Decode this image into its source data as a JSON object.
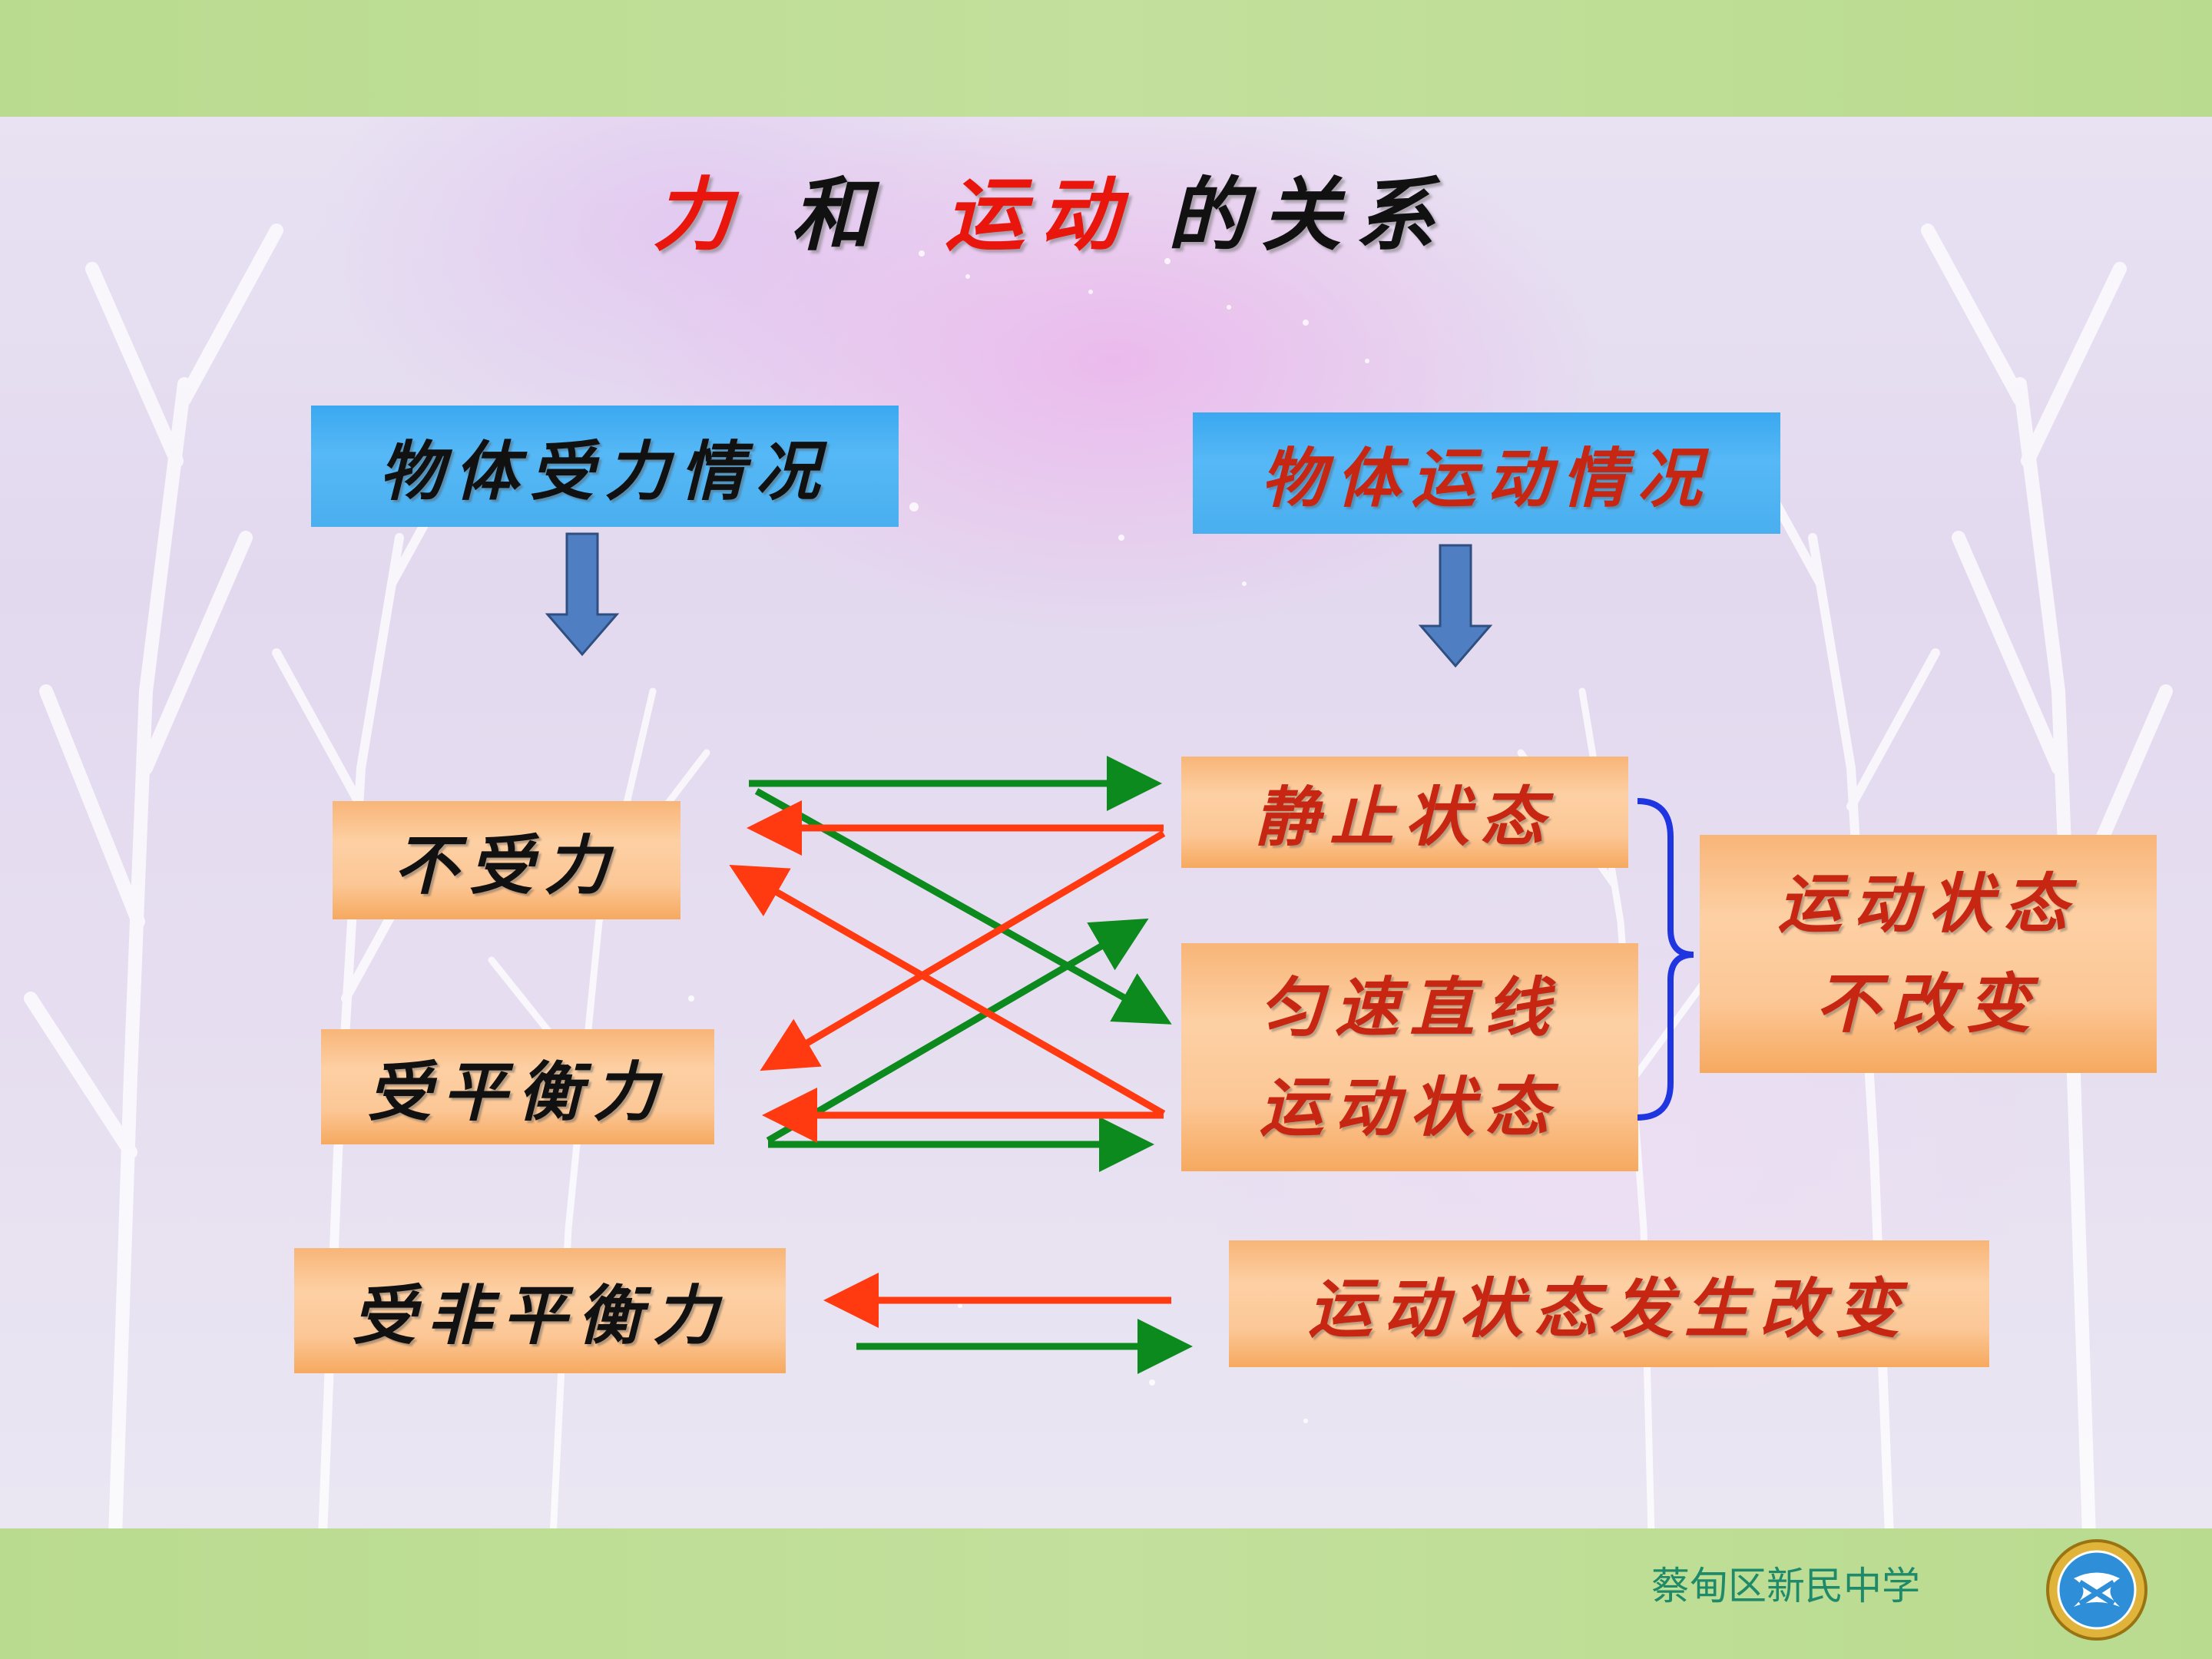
{
  "title": {
    "part1": "力",
    "part2": "和",
    "part3": "运动",
    "part4": "的关系"
  },
  "headers": {
    "force": "物体受力情况",
    "motion": "物体运动情况"
  },
  "left": {
    "no_force": "不受力",
    "balanced": "受平衡力",
    "unbalanced": "受非平衡力"
  },
  "right": {
    "rest": "静止状态",
    "uniform_line1": "匀速直线",
    "uniform_line2": "运动状态",
    "unchanged_line1": "运动状态",
    "unchanged_line2": "不改变",
    "changes": "运动状态发生改变"
  },
  "footer": {
    "school": "蔡甸区新民中学"
  },
  "colors": {
    "band_green": "#b9db8f",
    "header_blue": "#4aafef",
    "box_orange": "#fcc796",
    "arrow_green": "#0d8a1e",
    "arrow_red": "#ff3a10",
    "brace_blue": "#1f35e0",
    "title_red": "#e8160c",
    "label_red": "#c62612"
  },
  "icons": [
    "down-arrow",
    "brace",
    "school-logo-icon"
  ]
}
